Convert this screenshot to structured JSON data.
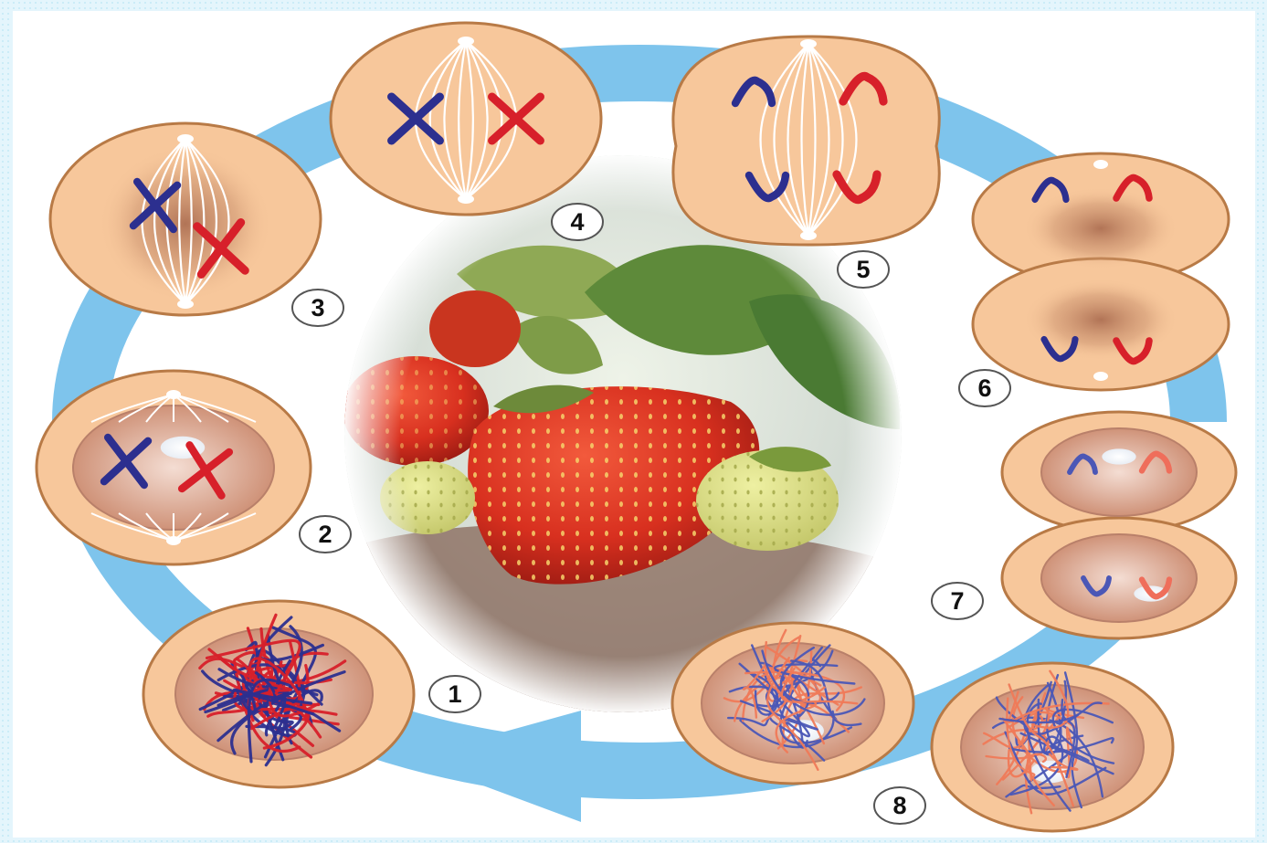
{
  "diagram": {
    "stage_labels": [
      "1",
      "2",
      "3",
      "4",
      "5",
      "6",
      "7",
      "8"
    ]
  },
  "colors": {
    "arrow": "#7ec4ec",
    "cell_fill": "#f7c79b",
    "cell_stroke": "#b87a46",
    "chromosome_maternal": "#2c2f8f",
    "chromosome_paternal": "#d7202a",
    "spindle": "#ffffff"
  },
  "center_image": {
    "subject": "strawberries"
  }
}
